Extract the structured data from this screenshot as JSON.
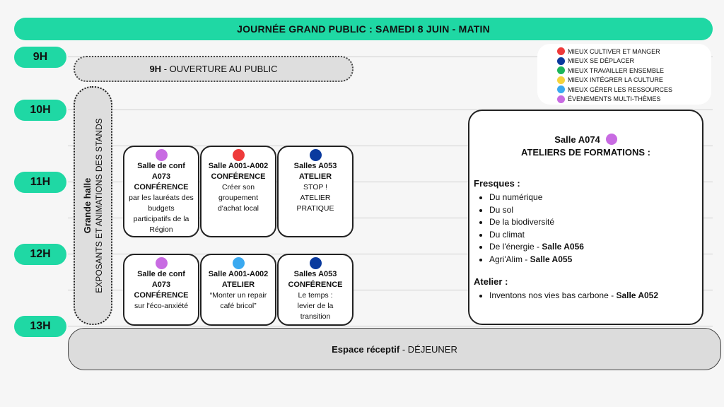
{
  "header": {
    "title": "JOURNÉE GRAND PUBLIC : SAMEDI 8 JUIN - MATIN"
  },
  "hours": [
    "9H",
    "10H",
    "11H",
    "12H",
    "13H"
  ],
  "opening": {
    "time": "9H",
    "text": " - OUVERTURE AU PUBLIC"
  },
  "legend": [
    {
      "label": "MIEUX CULTIVER ET MANGER",
      "color": "#ee3a3a"
    },
    {
      "label": "MIEUX SE DÉPLACER",
      "color": "#0a3a9e"
    },
    {
      "label": "MIEUX TRAVAILLER ENSEMBLE",
      "color": "#1db55a"
    },
    {
      "label": "MIEUX INTÉGRER LA CULTURE",
      "color": "#f5d33d"
    },
    {
      "label": "MIEUX GÉRER LES RESSOURCES",
      "color": "#3aa9f0"
    },
    {
      "label": "ÉVENEMENTS MULTI-THÈMES",
      "color": "#c86be2"
    }
  ],
  "halle": {
    "title": "Grande halle",
    "subtitle": "EXPOSANTS ET ANIMATIONS DES STANDS"
  },
  "sessions": [
    {
      "color": "#c86be2",
      "title_lines": [
        "Salle de conf",
        "A073"
      ],
      "type": "CONFÉRENCE",
      "desc_lines": [
        "par les lauréats des",
        "budgets",
        "participatifs de la",
        "Région"
      ]
    },
    {
      "color": "#ee3a3a",
      "title_lines": [
        "Salle A001-A002"
      ],
      "type": "CONFÉRENCE",
      "desc_lines": [
        "Créer son",
        "groupement",
        "d'achat local"
      ]
    },
    {
      "color": "#0a3a9e",
      "title_lines": [
        "Salles A053"
      ],
      "type": "ATELIER",
      "desc_lines": [
        "STOP !",
        "ATELIER PRATIQUE"
      ]
    },
    {
      "color": "#c86be2",
      "title_lines": [
        "Salle de conf",
        "A073"
      ],
      "type": "CONFÉRENCE",
      "desc_lines": [
        "sur l'éco-anxiété"
      ]
    },
    {
      "color": "#3aa9f0",
      "title_lines": [
        "Salle A001-A002"
      ],
      "type": "ATELIER",
      "desc_lines": [
        "“Monter un repair",
        "café bricol”"
      ]
    },
    {
      "color": "#0a3a9e",
      "title_lines": [
        "Salles A053"
      ],
      "type": "CONFÉRENCE",
      "desc_lines": [
        "Le temps :",
        "levier de la",
        "transition"
      ]
    }
  ],
  "big_room": {
    "room": "Salle A074",
    "dot_color": "#c86be2",
    "subtitle": "ATELIERS DE FORMATIONS :",
    "fresques_label": "Fresques :",
    "fresques": [
      {
        "text": "Du numérique",
        "room": ""
      },
      {
        "text": "Du sol",
        "room": ""
      },
      {
        "text": "De la biodiversité",
        "room": ""
      },
      {
        "text": "Du climat",
        "room": ""
      },
      {
        "text": "De l'énergie - ",
        "room": "Salle A056"
      },
      {
        "text": "Agri'Alim - ",
        "room": "Salle A055"
      }
    ],
    "atelier_label": "Atelier :",
    "atelier": [
      {
        "text": "Inventons nos vies bas carbone - ",
        "room": "Salle A052"
      }
    ]
  },
  "lunch": {
    "place": "Espace réceptif",
    "text": " - DÉJEUNER"
  }
}
